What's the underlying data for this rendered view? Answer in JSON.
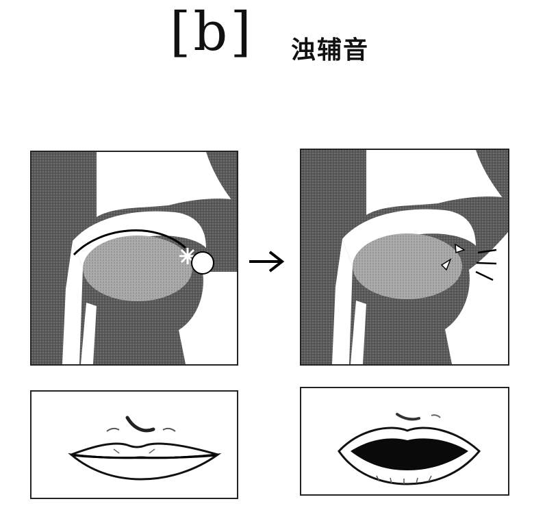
{
  "header": {
    "phoneme": "[b]",
    "subtitle": "浊辅音"
  },
  "figure": {
    "arrow_symbol": "→",
    "panels": [
      {
        "name": "sagittal-closed",
        "state": "lips closed, air held"
      },
      {
        "name": "sagittal-released",
        "state": "lips open, burst"
      },
      {
        "name": "lips-closed",
        "state": "closed"
      },
      {
        "name": "lips-open",
        "state": "open"
      }
    ]
  }
}
